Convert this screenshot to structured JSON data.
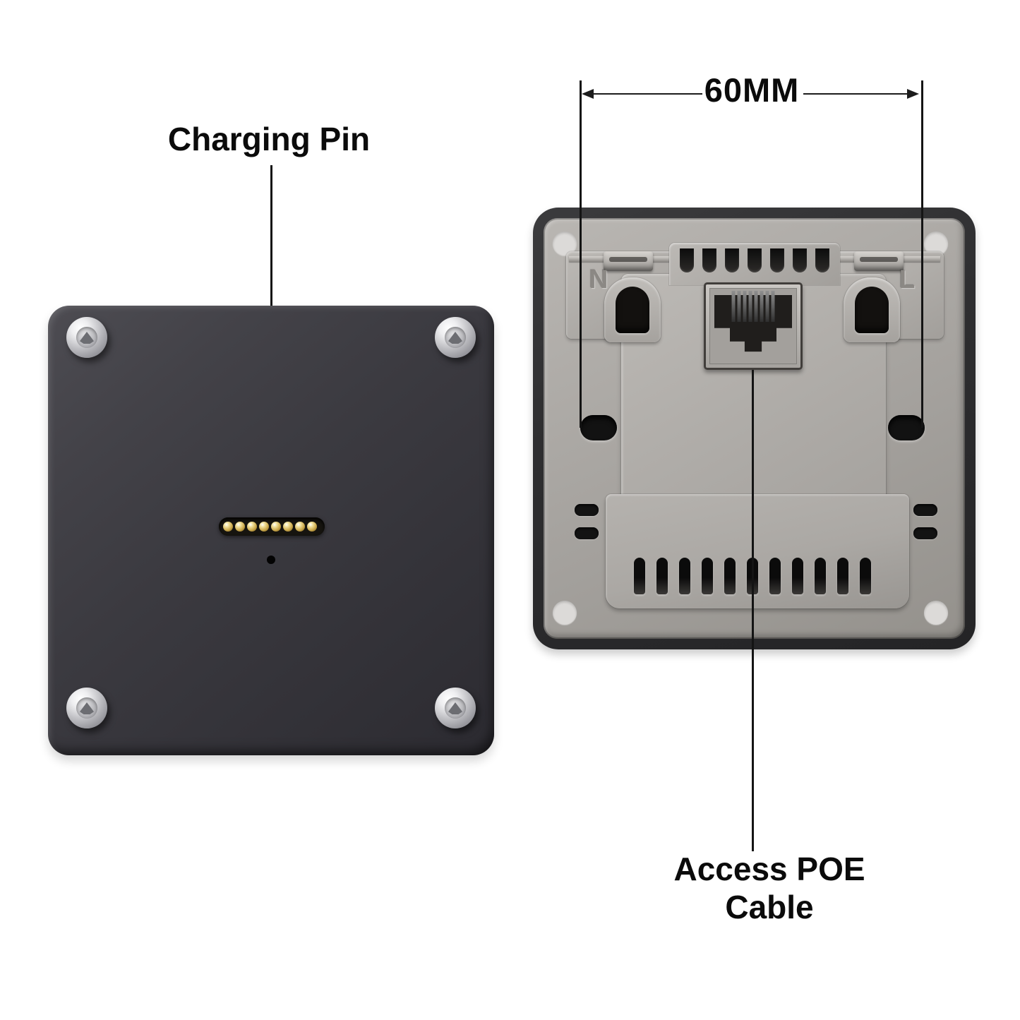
{
  "annotations": {
    "charging_pin": {
      "label": "Charging Pin"
    },
    "dimension": {
      "label": "60MM"
    },
    "poe": {
      "label": "Access POE Cable"
    }
  },
  "left_device": {
    "description": "charging dock back panel",
    "screw_count": 4,
    "charging_pin_count": 8
  },
  "right_device": {
    "description": "wall plate back panel",
    "terminal_left": "N",
    "terminal_right": "L",
    "corner_hole_count": 4,
    "comb_notch_count": 7,
    "rj45_pin_count": 8,
    "bottom_vent_count": 11,
    "side_vent_count": 2
  },
  "colors": {
    "background": "#ffffff",
    "annotation_line": "#141414",
    "label_text": "#0b0b0b",
    "left_device_body": "#3b3a40",
    "screw_silver": "#d9d9db",
    "pin_gold": "#d1b054",
    "bezel_black": "#2e2e30",
    "panel_silver": "#aeaba7",
    "hole_black": "#131313",
    "corner_hole_light": "#dcdad8"
  }
}
